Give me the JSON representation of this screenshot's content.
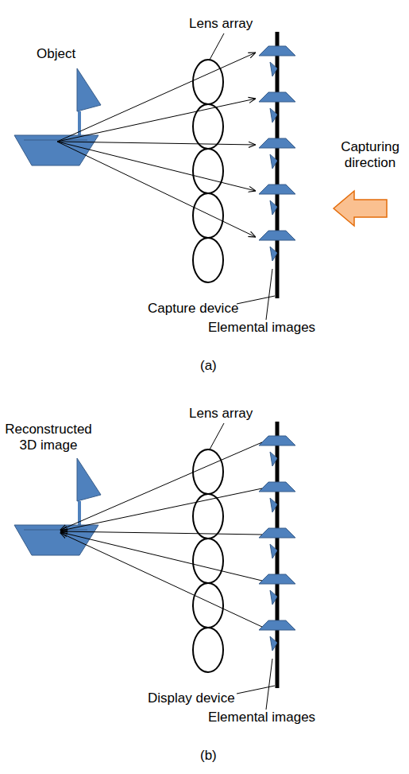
{
  "diagram": {
    "labels": [
      "Lens array",
      "Object",
      "Capturing direction",
      "Capture device",
      "Elemental images",
      "(a)",
      "Lens array",
      "Reconstructed 3D image",
      "Display device",
      "Elemental images",
      "(b)"
    ]
  }
}
